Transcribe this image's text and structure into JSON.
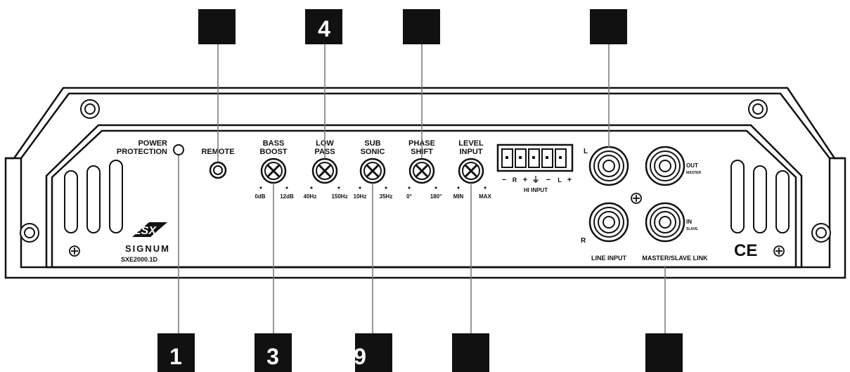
{
  "panel": {
    "power_protection": [
      "POWER",
      "PROTECTION"
    ],
    "remote": "REMOTE",
    "bass_boost": {
      "title": [
        "BASS",
        "BOOST"
      ],
      "min": "0dB",
      "max": "12dB"
    },
    "low_pass": {
      "title": [
        "LOW",
        "PASS"
      ],
      "min": "40Hz",
      "max": "150Hz"
    },
    "sub_sonic": {
      "title": [
        "SUB",
        "SONIC"
      ],
      "min": "10Hz",
      "max": "35Hz"
    },
    "phase_shift": {
      "title": [
        "PHASE",
        "SHIFT"
      ],
      "min": "0°",
      "max": "180°"
    },
    "level_input": {
      "title": [
        "LEVEL",
        "INPUT"
      ],
      "min": "MIN",
      "max": "MAX"
    },
    "hi_input": {
      "label": "HI INPUT",
      "pins": [
        "−",
        "R",
        "+",
        "⏚",
        "−",
        "L",
        "+"
      ]
    },
    "line_input": {
      "label": "LINE INPUT",
      "left": "L",
      "right": "R"
    },
    "master_slave": {
      "label": "MASTER/SLAVE LINK",
      "out": "OUT",
      "out_sub": "MASTER",
      "in": "IN",
      "in_sub": "SLAVE"
    },
    "brand": {
      "logo": "ESX",
      "line": "SIGNUM",
      "model": "SXE2000.1D"
    },
    "ce_mark": "CE"
  },
  "callouts": {
    "top": [
      "",
      "4",
      "",
      ""
    ],
    "bottom": [
      "1",
      "3",
      "9",
      "",
      ""
    ]
  }
}
